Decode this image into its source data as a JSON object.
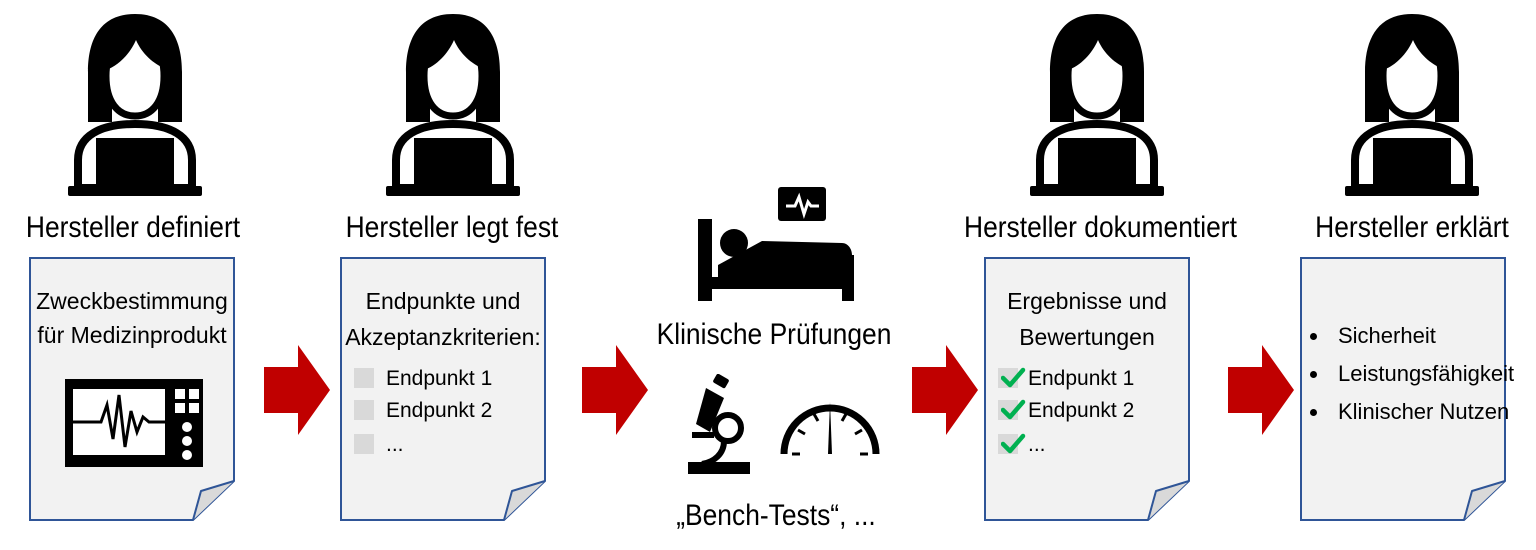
{
  "steps": [
    {
      "heading": "Hersteller definiert",
      "doc_title_lines": [
        "Zweckbestimmung",
        "für Medizinprodukt"
      ]
    },
    {
      "heading": "Hersteller legt fest",
      "doc_title_lines": [
        "Endpunkte und",
        "Akzeptanzkriterien:"
      ],
      "items": [
        "Endpunkt 1",
        "Endpunkt 2",
        "..."
      ]
    },
    {
      "heading": "Hersteller dokumentiert",
      "doc_title_lines": [
        "Ergebnisse und",
        "Bewertungen"
      ],
      "items": [
        "Endpunkt 1",
        "Endpunkt 2",
        "..."
      ]
    },
    {
      "heading": "Hersteller erklärt",
      "bullets": [
        "Sicherheit",
        "Leistungsfähigkeit",
        "Klinischer Nutzen"
      ]
    }
  ],
  "middle": {
    "clinical_label": "Klinische Prüfungen",
    "bench_label": "„Bench-Tests“, ..."
  },
  "colors": {
    "arrow": "#c00000",
    "doc_fill": "#f2f2f2",
    "doc_border": "#2f5597",
    "checkbox": "#d9d9d9",
    "check": "#00b050",
    "icon": "#000000"
  }
}
